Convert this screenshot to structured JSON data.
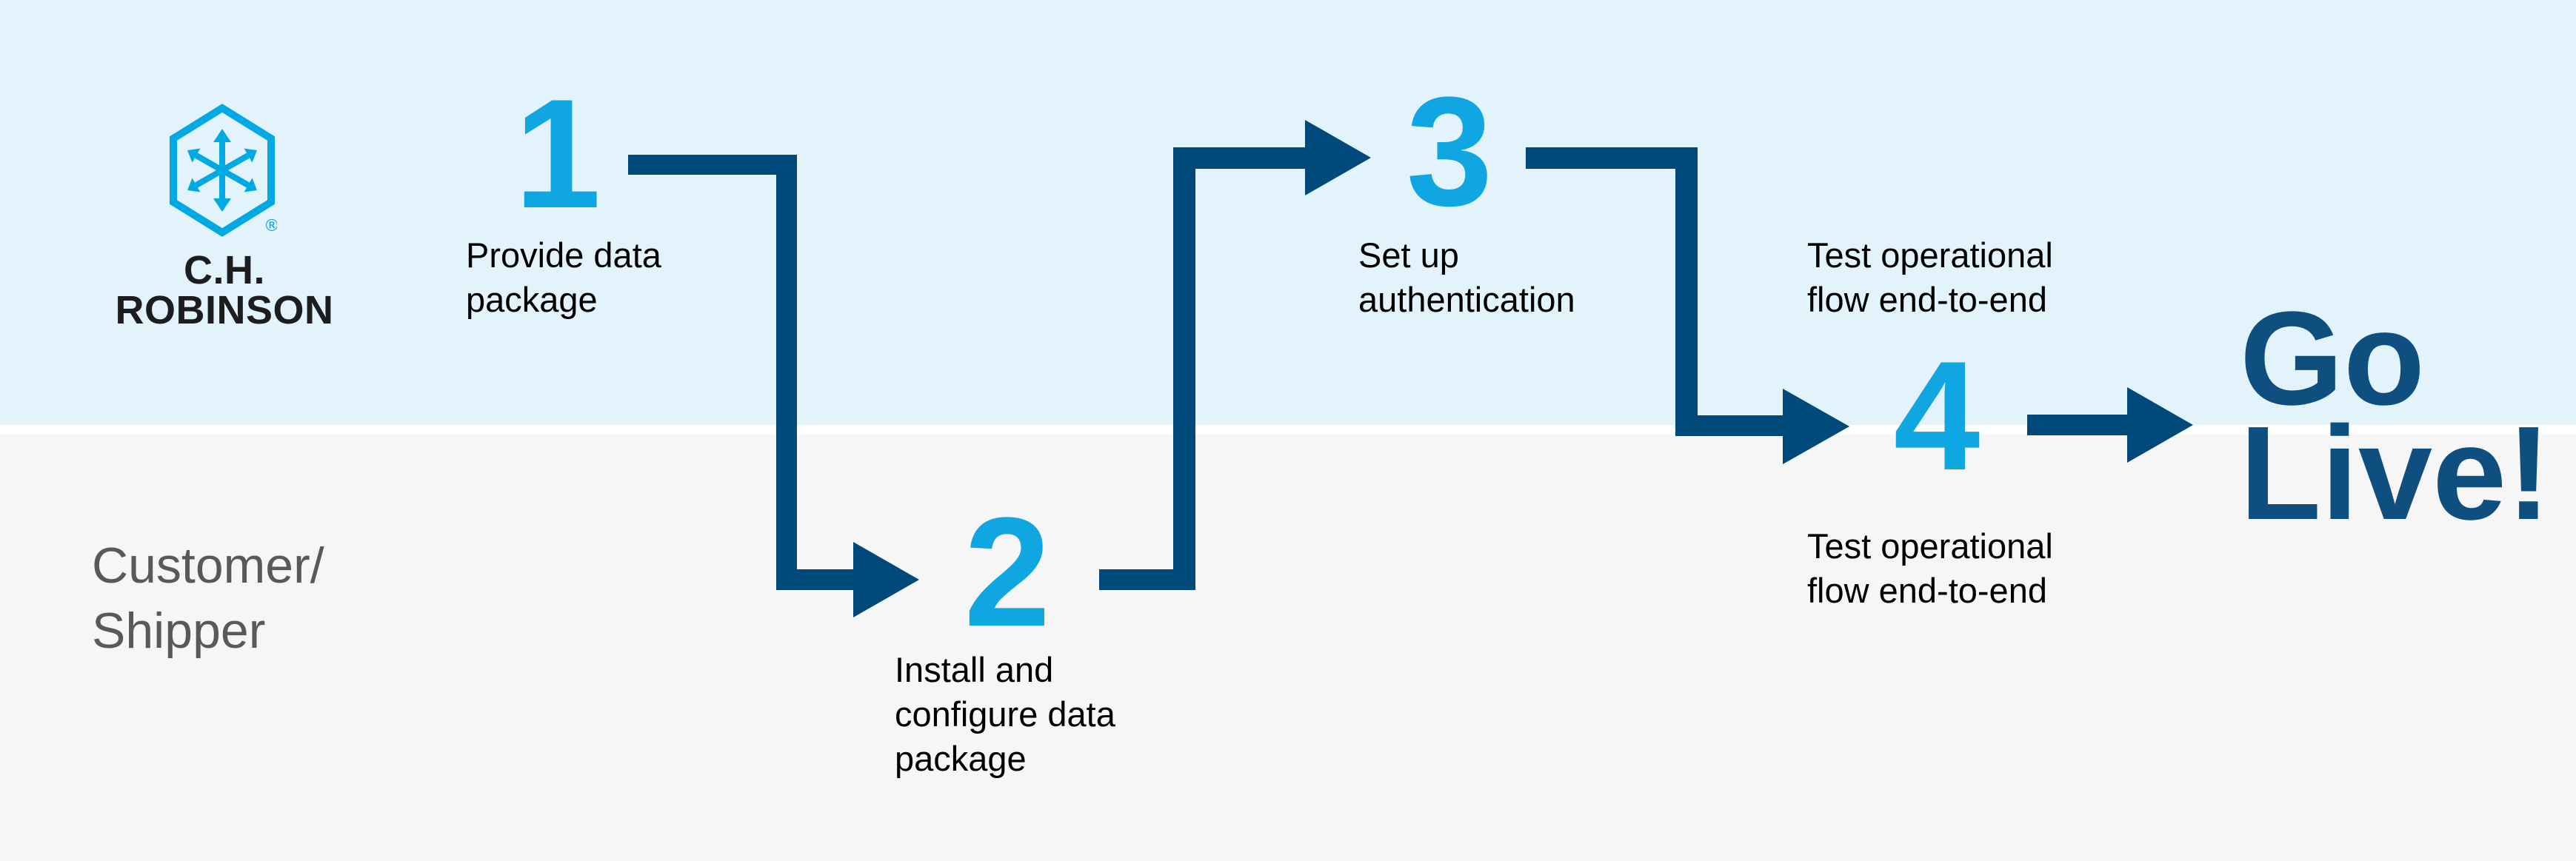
{
  "brand": {
    "company": "C.H. ROBINSON",
    "registered_mark": "®"
  },
  "swimlanes": {
    "bottom_party": "Customer/\nShipper"
  },
  "steps": [
    {
      "number": "1",
      "label": "Provide data\npackage"
    },
    {
      "number": "2",
      "label": "Install and\nconfigure data\npackage"
    },
    {
      "number": "3",
      "label": "Set up\nauthentication"
    },
    {
      "number": "4",
      "label_above": "Test operational\nflow end-to-end",
      "label_below": "Test operational\nflow end-to-end"
    }
  ],
  "outcome": {
    "label": "Go\nLive!"
  },
  "colors": {
    "lane_top_bg": "#e2f3fc",
    "lane_bottom_bg": "#f6f6f6",
    "lane_gap": "#ffffff",
    "connector_navy": "#00497b",
    "step_number_cyan": "#0fa6e1",
    "outcome_navy": "#0f4f80",
    "logo_cyan": "#00a9e3",
    "wordmark_dark": "#1d1d1f",
    "label_black": "#000000",
    "bottom_party_gray": "#58595b"
  }
}
